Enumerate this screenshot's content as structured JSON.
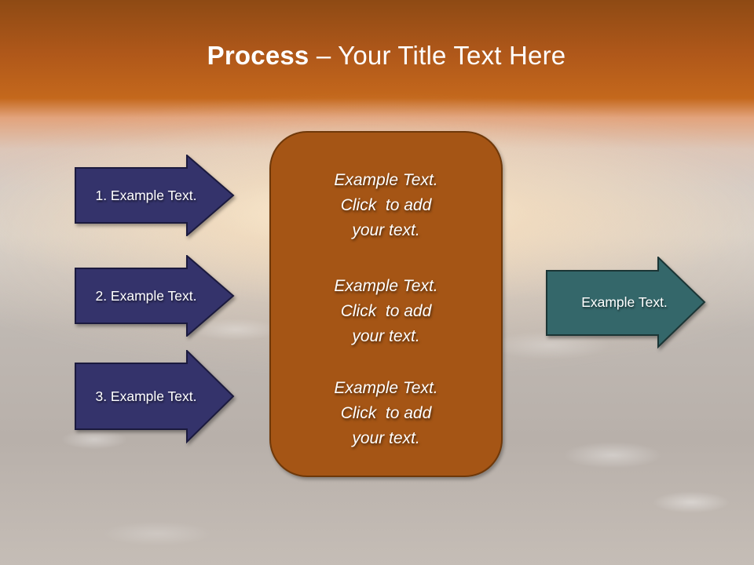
{
  "slide": {
    "title": {
      "bold": "Process",
      "rest": " – Your Title Text Here"
    },
    "colors": {
      "title_bar": "#b0581a",
      "left_arrow_fill": "#34336b",
      "left_arrow_border": "#1b1a3e",
      "right_arrow_fill": "#34676a",
      "right_arrow_border": "#1b3535",
      "center_box_fill": "#a55515",
      "center_box_border": "#6f3809"
    },
    "left_arrows": [
      {
        "label": "1. Example Text."
      },
      {
        "label": "2. Example Text."
      },
      {
        "label": "3. Example Text."
      }
    ],
    "center_box": {
      "blocks": [
        {
          "line1": "Example Text.",
          "line2": "Click  to add",
          "line3": "your text."
        },
        {
          "line1": "Example Text.",
          "line2": "Click  to add",
          "line3": "your text."
        },
        {
          "line1": "Example Text.",
          "line2": "Click  to add",
          "line3": "your text."
        }
      ]
    },
    "right_arrow": {
      "label": "Example Text."
    }
  }
}
